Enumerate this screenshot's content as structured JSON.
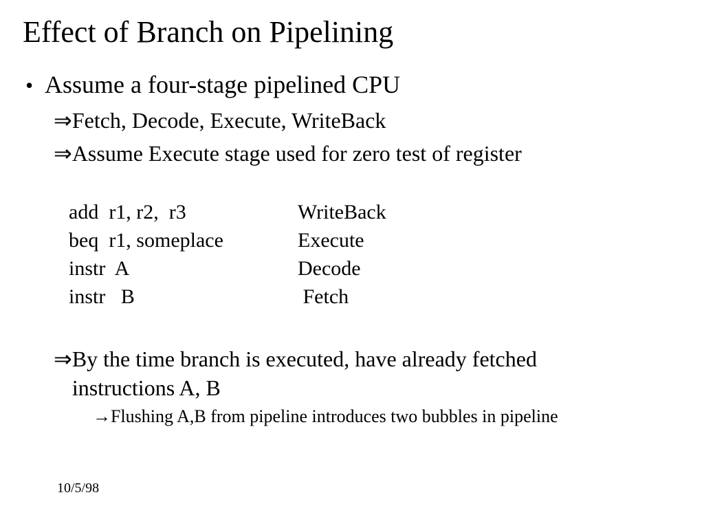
{
  "slide": {
    "title": "Effect of Branch on Pipelining",
    "markers": {
      "bullet": "•",
      "implies": "⇒",
      "arrow": "→"
    },
    "level1": {
      "text": "Assume a four-stage pipelined CPU"
    },
    "level2": [
      {
        "text": "Fetch, Decode, Execute, WriteBack"
      },
      {
        "text": "Assume Execute stage used for zero test of register"
      }
    ],
    "pipeline_table": {
      "rows": [
        {
          "instruction": "add  r1, r2,  r3",
          "stage": "WriteBack"
        },
        {
          "instruction": "beq  r1, someplace",
          "stage": "Execute"
        },
        {
          "instruction": "instr  A",
          "stage": "Decode"
        },
        {
          "instruction": "instr   B",
          "stage": " Fetch"
        }
      ]
    },
    "level2b": {
      "lines": [
        "By the time branch is executed, have already fetched",
        "instructions A, B"
      ]
    },
    "level3": {
      "text": "Flushing A,B from pipeline introduces two bubbles in pipeline"
    },
    "footer_date": "10/5/98"
  }
}
